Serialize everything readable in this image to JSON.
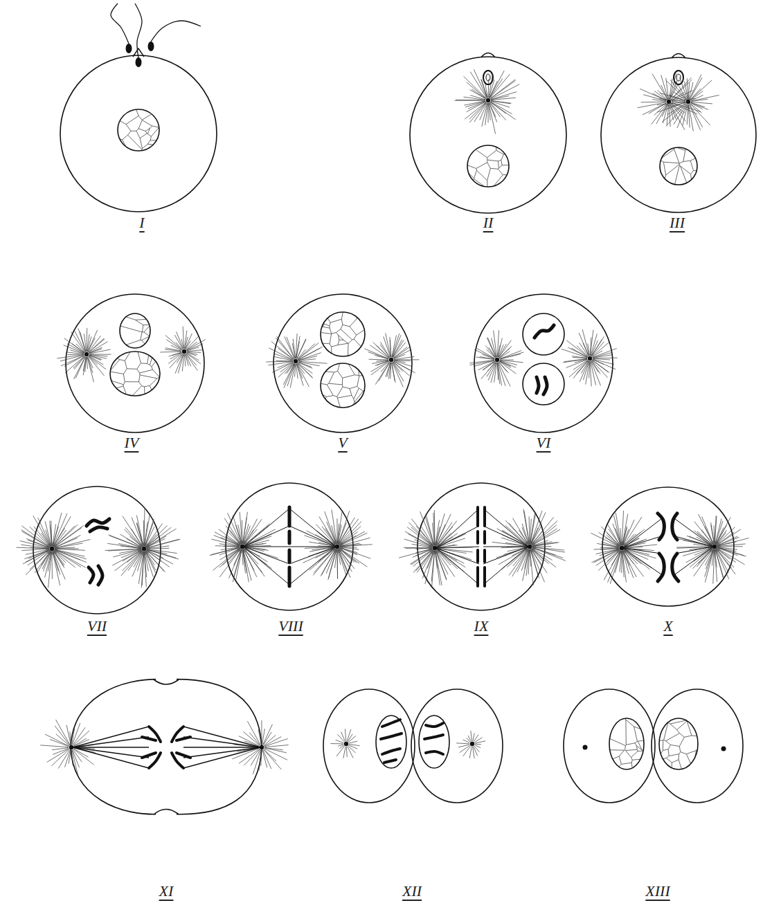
{
  "diagram": {
    "labels": [
      "I",
      "II",
      "III",
      "IV",
      "V",
      "VI",
      "VII",
      "VIII",
      "IX",
      "X",
      "XI",
      "XII",
      "XIII"
    ]
  }
}
